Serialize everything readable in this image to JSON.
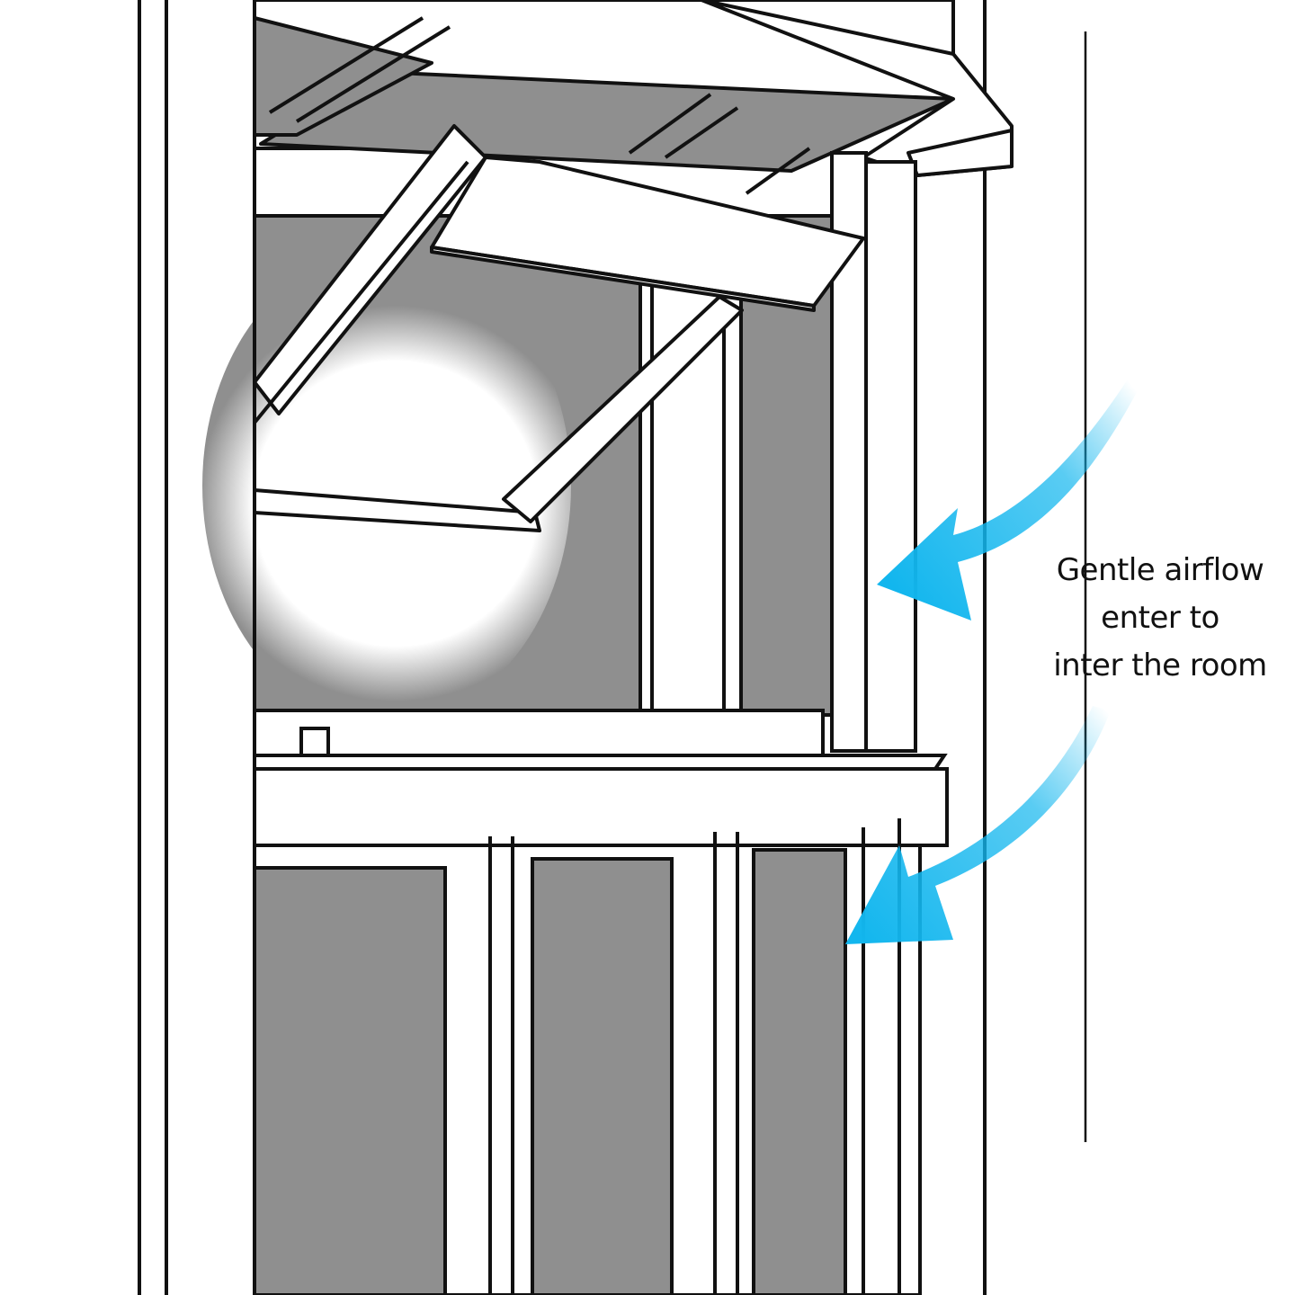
{
  "annotation": {
    "lines": [
      "Gentle airflow",
      "enter to",
      "inter the room"
    ]
  },
  "colors": {
    "airflow_arrow": "#12b6ee",
    "glass": "#8f8f8f",
    "frame": "#ffffff",
    "outline": "#111111"
  },
  "icons": {
    "upper_arrow": "airflow-arrow-icon",
    "lower_arrow": "airflow-arrow-icon"
  }
}
